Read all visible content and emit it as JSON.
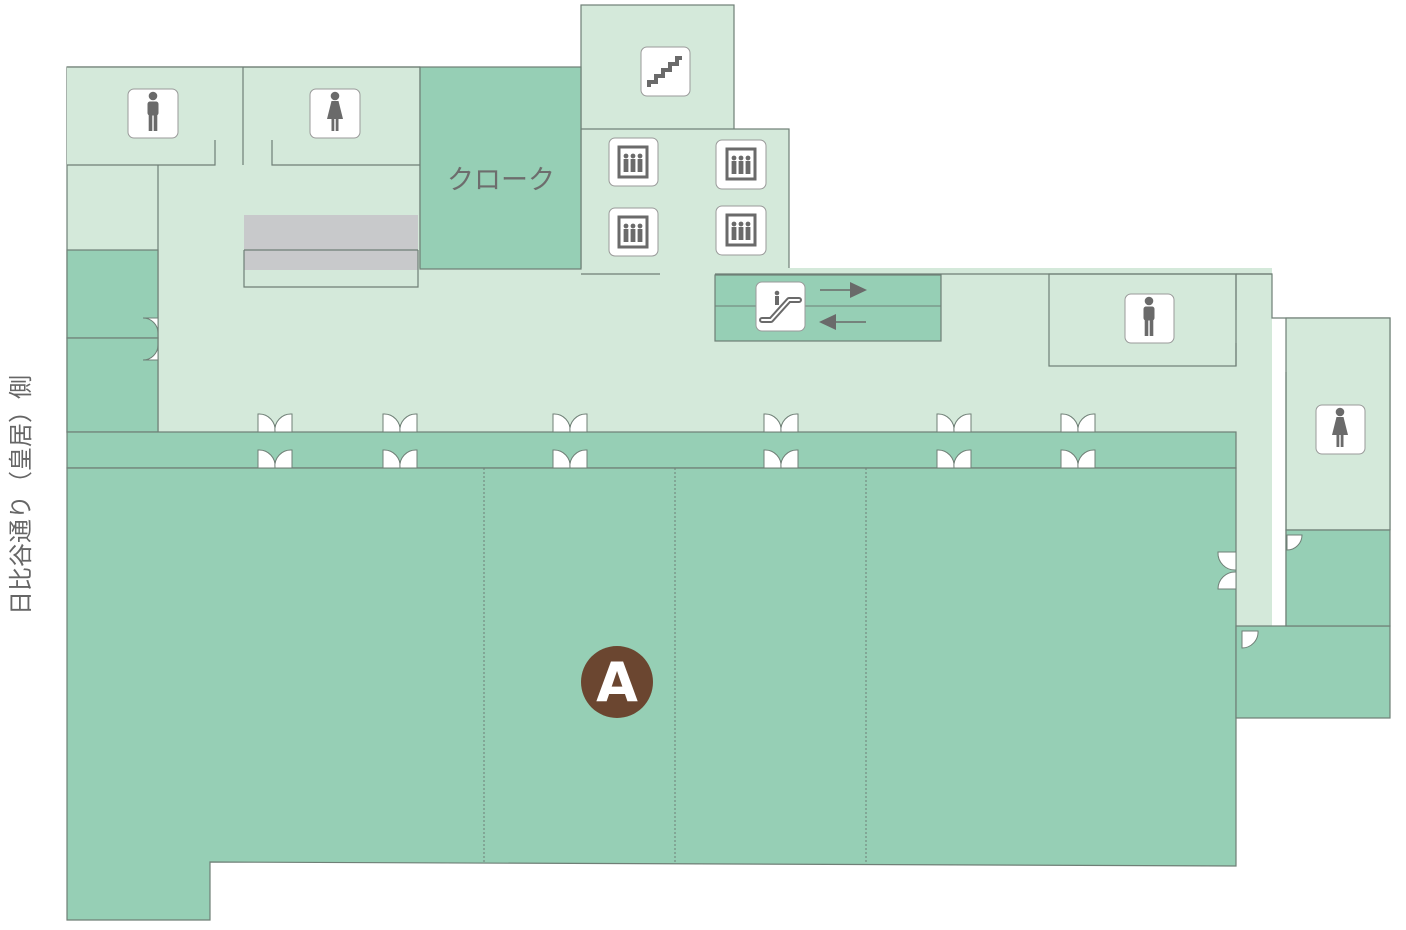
{
  "colors": {
    "corridor": "#d4e9da",
    "hall": "#96cfb5",
    "wall": "#6f7f76",
    "counter": "#c8c9cb",
    "icon_gray": "#6a6a6a",
    "marker": "#6b4630"
  },
  "labels": {
    "cloak": "クローク",
    "hall_a": "A",
    "street": "日比谷通り（皇居）側"
  },
  "facility_icons": [
    "male-restroom-icon",
    "female-restroom-icon",
    "stairs-icon",
    "elevator-icon",
    "escalator-icon",
    "arrow-right-icon",
    "arrow-left-icon"
  ]
}
